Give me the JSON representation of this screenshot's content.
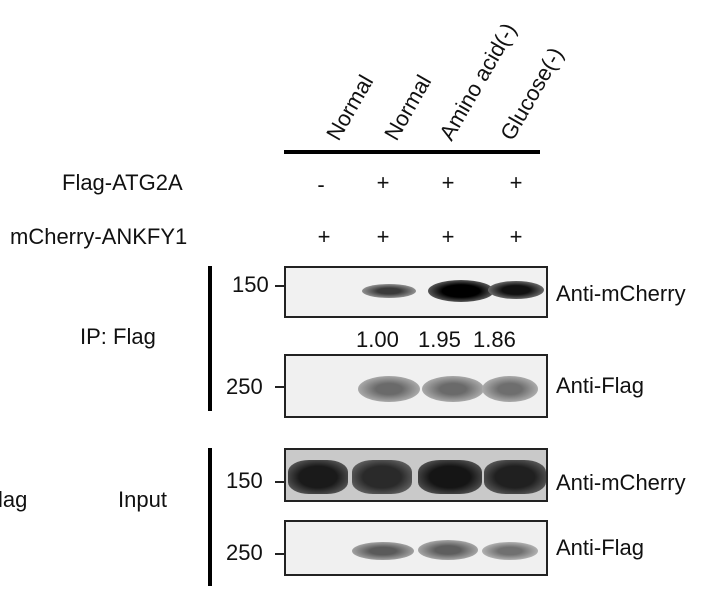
{
  "columns": [
    "Normal",
    "Normal",
    "Amino acid(-)",
    "Glucose(-)"
  ],
  "rows": {
    "flag": {
      "label": "Flag-ATG2A",
      "signs": [
        "-",
        "+",
        "+",
        "+"
      ]
    },
    "mcherry": {
      "label": "mCherry-ANKFY1",
      "signs": [
        "+",
        "+",
        "+",
        "+"
      ]
    }
  },
  "ip_label": "IP: Flag",
  "input_label": "Input",
  "cut_left_label": "lag",
  "blots": [
    {
      "mw": "150",
      "antibody": "Anti-mCherry"
    },
    {
      "mw": "250",
      "antibody": "Anti-Flag"
    },
    {
      "mw": "150",
      "antibody": "Anti-mCherry"
    },
    {
      "mw": "250",
      "antibody": "Anti-Flag"
    }
  ],
  "quantification": [
    "1.00",
    "1.95",
    "1.86"
  ]
}
